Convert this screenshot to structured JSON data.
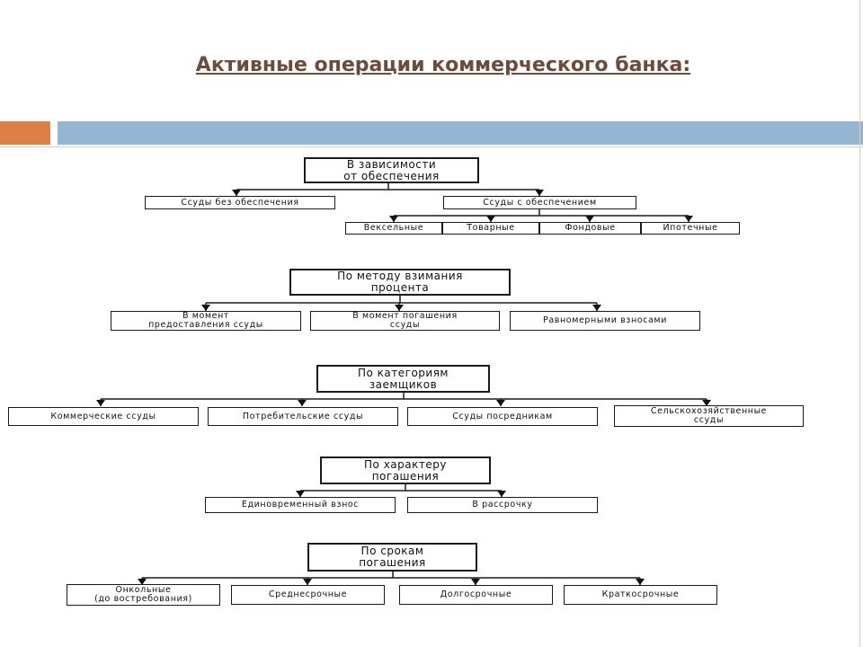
{
  "title": "Активные операции коммерческого банка:",
  "colors": {
    "title": "#6b4c3b",
    "accent_orange": "#dd8047",
    "accent_blue": "#94b6d2"
  },
  "groups": [
    {
      "header": "В зависимости\nот обеспечения",
      "level1": [
        "Ссуды без обеспечения",
        "Ссуды с обеспечением"
      ],
      "level2": [
        "Вексельные",
        "Товарные",
        "Фондовые",
        "Ипотечные"
      ]
    },
    {
      "header": "По методу взимания\nпроцента",
      "items": [
        "В момент\nпредоставления ссуды",
        "В момент погашения\nссуды",
        "Равномерными взносами"
      ]
    },
    {
      "header": "По категориям\nзаемщиков",
      "items": [
        "Коммерческие ссуды",
        "Потребительские ссуды",
        "Ссуды посредникам",
        "Сельскохозяйственные\nссуды"
      ]
    },
    {
      "header": "По характеру\nпогашения",
      "items": [
        "Единовременный взнос",
        "В рассрочку"
      ]
    },
    {
      "header": "По срокам\nпогашения",
      "items": [
        "Онкольные\n(до востребования)",
        "Среднесрочные",
        "Долгосрочные",
        "Краткосрочные"
      ]
    }
  ]
}
